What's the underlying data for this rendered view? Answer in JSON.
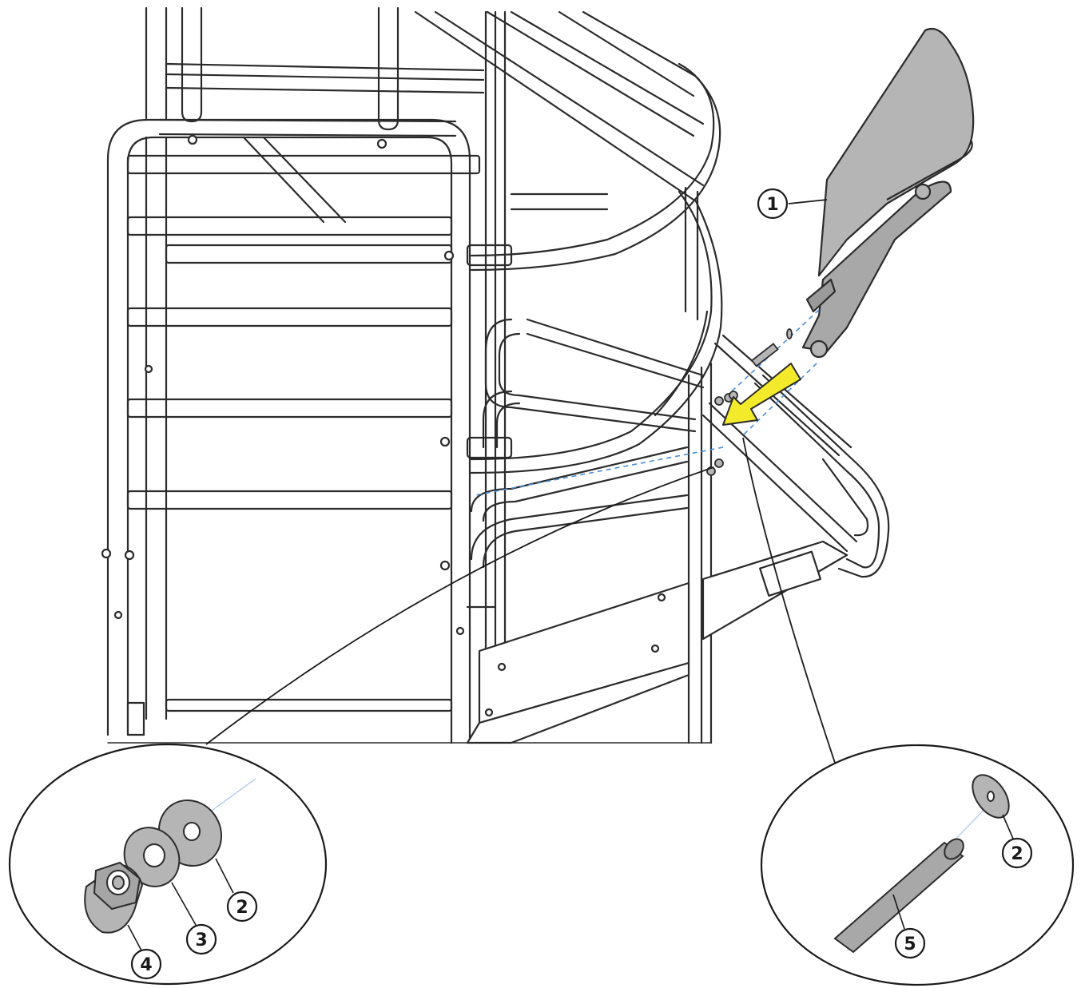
{
  "colors": {
    "line": "#2b2b2b",
    "part_fill": "#b5b5b5",
    "arrow": "#f2ea2b",
    "dash": "#4a8fd8",
    "background": "#ffffff"
  },
  "callouts": [
    {
      "id": "c1",
      "label": "1",
      "part": "seat-panel"
    },
    {
      "id": "c2a",
      "label": "2",
      "part": "flat-washer"
    },
    {
      "id": "c3",
      "label": "3",
      "part": "spring-washer"
    },
    {
      "id": "c4",
      "label": "4",
      "part": "cap-nut"
    },
    {
      "id": "c2b",
      "label": "2",
      "part": "flat-washer"
    },
    {
      "id": "c5",
      "label": "5",
      "part": "pin"
    }
  ]
}
